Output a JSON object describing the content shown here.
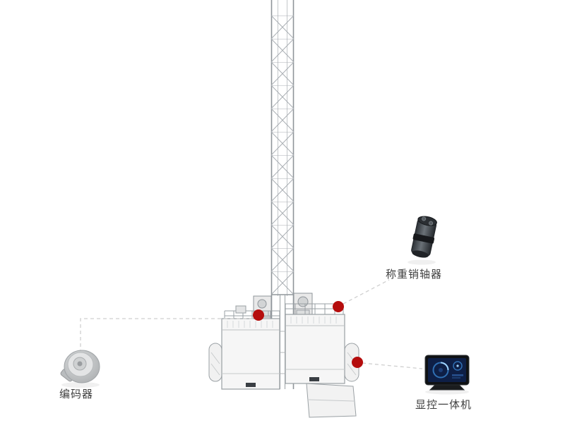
{
  "components": {
    "encoder": {
      "label": "编码器",
      "icon": "rotary-encoder-icon"
    },
    "weighing_pin": {
      "label": "称重销轴器",
      "icon": "load-pin-sensor-icon"
    },
    "display_unit": {
      "label": "显控一体机",
      "icon": "display-terminal-icon"
    }
  },
  "markers": {
    "color": "#b50d0d"
  },
  "colors": {
    "leader_line": "#cfcfcf",
    "structure": "#9aa0a4"
  }
}
